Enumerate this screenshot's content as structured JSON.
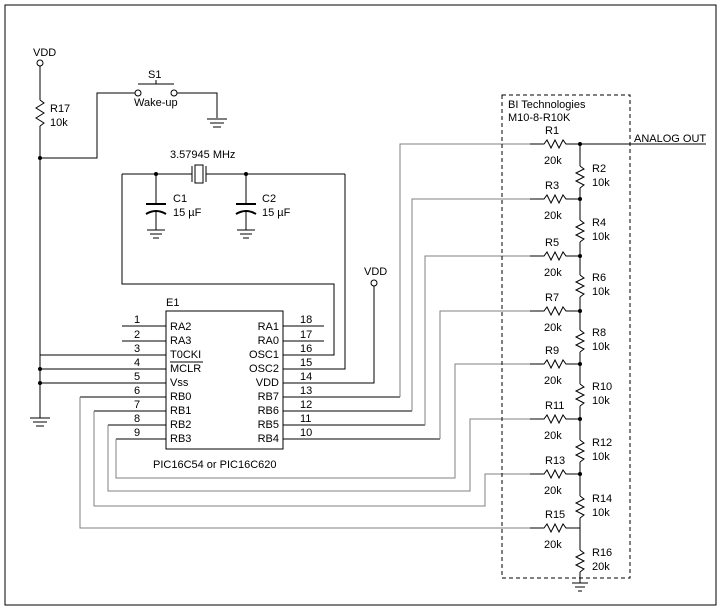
{
  "vdd_top": "VDD",
  "vdd_mid": "VDD",
  "r17": {
    "name": "R17",
    "value": "10k"
  },
  "s1": {
    "name": "S1",
    "label": "Wake-up"
  },
  "crystal": {
    "freq": "3.57945 MHz"
  },
  "c1": {
    "name": "C1",
    "value": "15 µF"
  },
  "c2": {
    "name": "C2",
    "value": "15 µF"
  },
  "chip": {
    "designator": "E1",
    "part": "PIC16C54 or PIC16C620",
    "left_pins": [
      {
        "num": "1",
        "name": "RA2"
      },
      {
        "num": "2",
        "name": "RA3"
      },
      {
        "num": "3",
        "name": "T0CKI"
      },
      {
        "num": "4",
        "name": "MCLR"
      },
      {
        "num": "5",
        "name": "Vss"
      },
      {
        "num": "6",
        "name": "RB0"
      },
      {
        "num": "7",
        "name": "RB1"
      },
      {
        "num": "8",
        "name": "RB2"
      },
      {
        "num": "9",
        "name": "RB3"
      }
    ],
    "right_pins": [
      {
        "num": "18",
        "name": "RA1"
      },
      {
        "num": "17",
        "name": "RA0"
      },
      {
        "num": "16",
        "name": "OSC1"
      },
      {
        "num": "15",
        "name": "OSC2"
      },
      {
        "num": "14",
        "name": "VDD"
      },
      {
        "num": "13",
        "name": "RB7"
      },
      {
        "num": "12",
        "name": "RB6"
      },
      {
        "num": "11",
        "name": "RB5"
      },
      {
        "num": "10",
        "name": "RB4"
      }
    ]
  },
  "network": {
    "vendor": "BI Technologies",
    "part": "M10-8-R10K",
    "output_label": "ANALOG OUT",
    "series": [
      {
        "name": "R1",
        "value": "20k"
      },
      {
        "name": "R3",
        "value": "20k"
      },
      {
        "name": "R5",
        "value": "20k"
      },
      {
        "name": "R7",
        "value": "20k"
      },
      {
        "name": "R9",
        "value": "20k"
      },
      {
        "name": "R11",
        "value": "20k"
      },
      {
        "name": "R13",
        "value": "20k"
      },
      {
        "name": "R15",
        "value": "20k"
      }
    ],
    "shunt": [
      {
        "name": "R2",
        "value": "10k"
      },
      {
        "name": "R4",
        "value": "10k"
      },
      {
        "name": "R6",
        "value": "10k"
      },
      {
        "name": "R8",
        "value": "10k"
      },
      {
        "name": "R10",
        "value": "10k"
      },
      {
        "name": "R12",
        "value": "10k"
      },
      {
        "name": "R14",
        "value": "10k"
      },
      {
        "name": "R16",
        "value": "20k"
      }
    ]
  }
}
